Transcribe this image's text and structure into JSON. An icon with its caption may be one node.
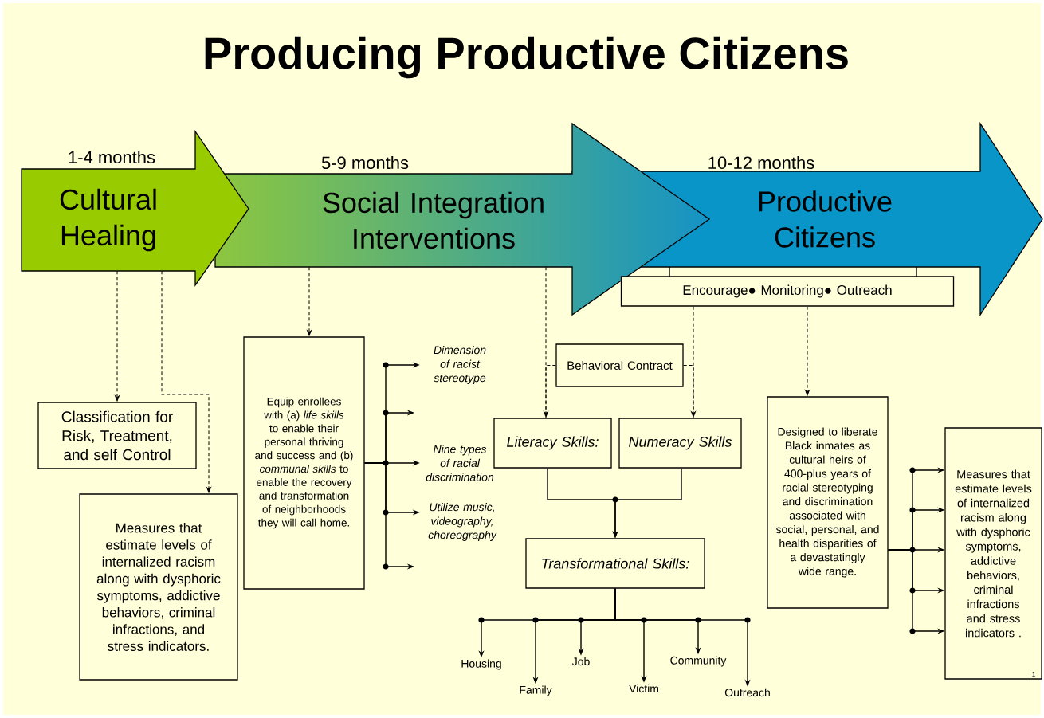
{
  "diagram": {
    "title": "Producing Productive Citizens",
    "nodes": [
      {
        "text": [
          "Cultural Healing"
        ],
        "beside": [
          "1-4 months"
        ]
      },
      {
        "text": [
          "Social Integration Interventions"
        ],
        "beside": [
          "5-9 months"
        ]
      },
      {
        "text": [
          "Productive Citizens"
        ],
        "beside": [
          "10-12 months"
        ]
      },
      {
        "text": [
          "Encourage● Monitoring● Outreach"
        ]
      },
      {
        "text": [
          "Classification for Risk, Treatment, and self Control"
        ]
      },
      {
        "text": [
          "Measures that estimate levels of internalized racism along with dysphoric symptoms, addictive behaviors, criminal infractions, and stress indicators."
        ]
      },
      {
        "text": [
          "Equip enrollees with (a) *life skills* to enable their personal thriving and success and (b) *communal skills* to enable the recovery and transformation of neighborhoods they will call home."
        ]
      },
      {
        "text": [
          "Dimension of racist stereotype"
        ]
      },
      {
        "text": [
          "Nine types of racial discrimination"
        ]
      },
      {
        "text": [
          "Utilize music, videography, choreography"
        ]
      },
      {
        "text": [
          "Behavioral Contract"
        ]
      },
      {
        "text": [
          "Literacy Skills:"
        ]
      },
      {
        "text": [
          "Numeracy Skills"
        ]
      },
      {
        "text": [
          "Transformational Skills:"
        ]
      },
      {
        "text": [
          "Housing"
        ]
      },
      {
        "text": [
          "Family"
        ]
      },
      {
        "text": [
          "Job"
        ]
      },
      {
        "text": [
          "Victim"
        ]
      },
      {
        "text": [
          "Community"
        ]
      },
      {
        "text": [
          "Outreach"
        ]
      },
      {
        "text": [
          "Designed to liberate Black inmates as cultural heirs of 400-plus years of racial stereotyping and discrimination associated with social, personal, and health disparities of a devastatingly wide range."
        ]
      },
      {
        "text": [
          "Measures that estimate levels of internalized racism along with dysphoric symptoms, addictive behaviors, criminal infractions and stress indicators ."
        ]
      }
    ],
    "edges": [
      {
        "from": 0,
        "to": 4,
        "arrow": "to",
        "style": "dashed"
      },
      {
        "from": 0,
        "to": 5,
        "arrow": "to",
        "style": "dashed"
      },
      {
        "from": 1,
        "to": 6,
        "arrow": "to",
        "style": "dashed"
      },
      {
        "from": 6,
        "to": 7,
        "arrow": "to"
      },
      {
        "from": 6,
        "to": null,
        "arrow": "to"
      },
      {
        "from": 6,
        "to": 8,
        "arrow": "to"
      },
      {
        "from": 6,
        "to": 9,
        "arrow": "to"
      },
      {
        "from": 6,
        "to": null,
        "arrow": "to"
      },
      {
        "from": 1,
        "to": 11,
        "arrow": "to",
        "style": "dashed"
      },
      {
        "from": 3,
        "to": 12,
        "arrow": "to",
        "style": "dashed"
      },
      {
        "from": 10,
        "to": 11,
        "arrow": "none",
        "style": "dashed"
      },
      {
        "from": 10,
        "to": 12,
        "arrow": "none",
        "style": "dashed"
      },
      {
        "from": 11,
        "to": 13,
        "arrow": "to"
      },
      {
        "from": 12,
        "to": 13,
        "arrow": "to"
      },
      {
        "from": 13,
        "to": 14,
        "arrow": "to"
      },
      {
        "from": 13,
        "to": 15,
        "arrow": "to"
      },
      {
        "from": 13,
        "to": 16,
        "arrow": "to"
      },
      {
        "from": 13,
        "to": 17,
        "arrow": "to"
      },
      {
        "from": 13,
        "to": 18,
        "arrow": "to"
      },
      {
        "from": 13,
        "to": 19,
        "arrow": "to"
      },
      {
        "from": 3,
        "to": 20,
        "arrow": "to",
        "style": "dashed"
      },
      {
        "from": 20,
        "to": 21,
        "arrow": "to"
      },
      {
        "from": 20,
        "to": 21,
        "arrow": "to"
      },
      {
        "from": 20,
        "to": 21,
        "arrow": "to"
      },
      {
        "from": 20,
        "to": 21,
        "arrow": "to"
      },
      {
        "from": 20,
        "to": 21,
        "arrow": "to"
      }
    ],
    "labels": [
      "1"
    ]
  }
}
